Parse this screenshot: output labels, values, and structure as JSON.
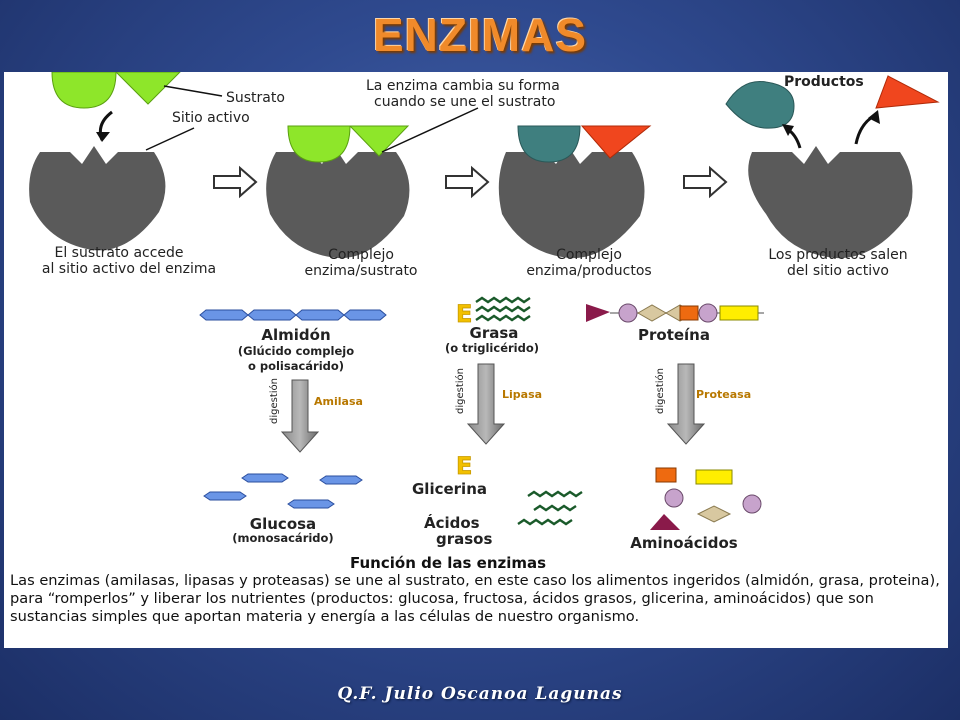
{
  "slide": {
    "title": "ENZIMAS",
    "footer": "Q.F. Julio Oscanoa Lagunas"
  },
  "mechanism": {
    "callouts": {
      "sustrato": "Sustrato",
      "sitio_activo": "Sitio activo",
      "cambio_1": "La enzima cambia su forma",
      "cambio_2": "cuando se une el sustrato",
      "productos": "Productos"
    },
    "steps": [
      {
        "line1": "El sustrato accede",
        "line2": "al sitio activo del enzima"
      },
      {
        "line1": "Complejo",
        "line2": "enzima/sustrato"
      },
      {
        "line1": "Complejo",
        "line2": "enzima/productos"
      },
      {
        "line1": "Los productos salen",
        "line2": "del sitio activo"
      }
    ]
  },
  "digestion": {
    "verb": "digestión",
    "almidon": {
      "name": "Almidón",
      "sub1": "(Glúcido complejo",
      "sub2": "o polisacárido)",
      "enzyme": "Amilasa",
      "product": "Glucosa",
      "product_sub": "(monosacárido)"
    },
    "grasa": {
      "name": "Grasa",
      "sub1": "(o triglicérido)",
      "enzyme": "Lipasa",
      "product1": "Glicerina",
      "product2a": "Ácidos",
      "product2b": "grasos",
      "glyph": "E"
    },
    "proteina": {
      "name": "Proteína",
      "enzyme": "Proteasa",
      "product": "Aminoácidos"
    }
  },
  "funcion": {
    "title": "Función de las enzimas",
    "text": "Las enzimas (amilasas, lipasas y proteasas) se une al sustrato, en este caso los alimentos ingeridos (almidón, grasa,  proteina), para “romperlos” y liberar los nutrientes (productos: glucosa, fructosa, ácidos grasos, glicerina, aminoácidos) que son sustancias simples que aportan materia y energía a las células de nuestro organismo."
  },
  "colors": {
    "title": "#f08a2a",
    "enzyme": "#5a5a5a",
    "substrate": "#8ee62a",
    "product_teal": "#3f7f7f",
    "product_red": "#f0461e",
    "starch": "#6a95e6",
    "amino_orange": "#ee6a10",
    "amino_yellow": "#ffee00",
    "amino_lilac": "#c7a3cc",
    "amino_tan": "#d8c8a0",
    "amino_purple": "#8a1a4a",
    "enzyme_label": "#b87800"
  }
}
